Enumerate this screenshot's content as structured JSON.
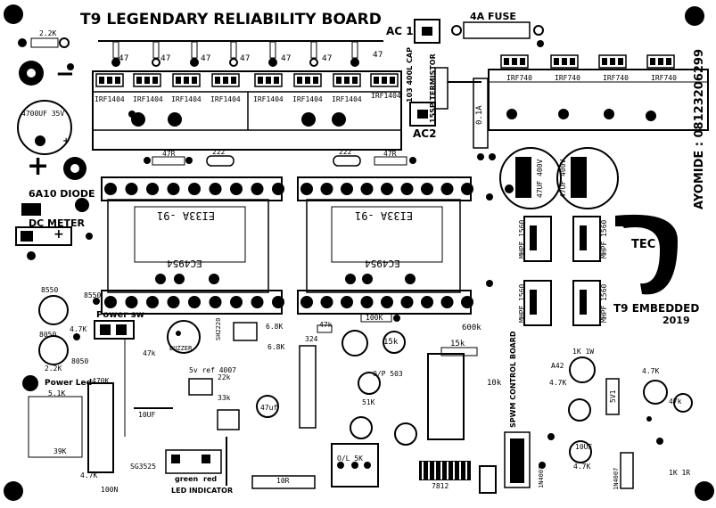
{
  "title": "T9 LEGENDARY RELIABILITY BOARD",
  "fuse": "4A FUSE",
  "ac1": "AC 1",
  "ac2": "AC2",
  "cap_400l": "103 400L CAP",
  "thermistor": "15SP TERMISTOR",
  "fuse_value": "0.1A",
  "phone": "AYOMIDE : 08123206299",
  "mosfets_left": [
    "IRF1404",
    "IRF1404",
    "IRF1404",
    "IRF1404",
    "IRF1404",
    "IRF1404",
    "IRF1404",
    "IRF1404"
  ],
  "mosfets_right": [
    "IRF740",
    "IRF740",
    "IRF740",
    "IRF740"
  ],
  "gate_res": [
    "47",
    "47",
    "47",
    "47",
    "47",
    "47",
    "47"
  ],
  "r_2_2k_top": "2.2K",
  "cap_4700": "4700UF 35V",
  "minus": "−",
  "plus": "+",
  "diode": "6A10 DIODE",
  "dc_meter": "DC METER",
  "res_47r": "47R",
  "cap_222": "222",
  "xfmr_core": "EI33A -91",
  "xfmr_part": "EC4954",
  "cap_47uf_400v": "47UF 400V",
  "logo": "TEC",
  "mhpf": "MHPF 1560",
  "brand": "T9 EMBEDDED",
  "year": "2019",
  "power_sw": "Power sw",
  "buzzer": "BUZZER",
  "power_led": "Power Led",
  "led_indicator": "LED INDICATOR",
  "led_green": "green",
  "led_red": "red",
  "ic_sg": "SG3525",
  "spwm": "SPWM CONTROL BOARD",
  "q_8550": "8550",
  "q_8050": "8050",
  "q_a42": "A42",
  "r_4_7k": "4.7K",
  "r_2_2k": "2.2K",
  "r_47k": "47k",
  "r_470k": "470K",
  "r_5_1k": "5.1K",
  "r_10k": "10k",
  "r_15k": "15k",
  "r_100k": "100K",
  "r_6_8k": "6.8K",
  "r_51k": "51K",
  "r_600k": "600k",
  "r_1k": "1K",
  "r_10r": "10R",
  "r_100n": "100N",
  "r_39k": "39K",
  "r_1k_1w": "1K 1W",
  "r_1k_1r": "1K 1R",
  "vref": "5v ref 4007",
  "cap_10uf": "10UF",
  "cap_47uf": "47uf",
  "ic_7812": "7812",
  "ic_324": "324",
  "op": "O/P 503",
  "ol": "O/L 5K",
  "d_4007": "1N4007",
  "cap_222_bottom": "222",
  "r_22k": "22k",
  "r_33k": "33k",
  "sh22": "SH2220",
  "v_5v1": "5V1",
  "colors": {
    "ink": "#000000",
    "copper": "#000000",
    "pad": "#ffffff"
  },
  "icons": [
    "mounting-hole-icon",
    "potentiometer-icon",
    "capacitor-icon",
    "resistor-icon"
  ]
}
